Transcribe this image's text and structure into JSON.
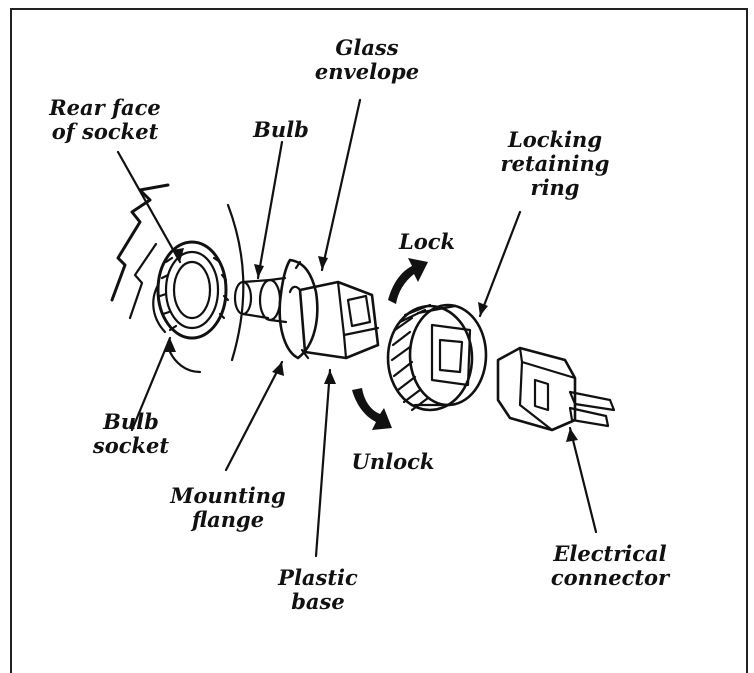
{
  "colors": {
    "ink": "#111111",
    "paper": "#ffffff",
    "frame": "#222222"
  },
  "labels": {
    "rear_face": [
      "Rear face",
      "of socket"
    ],
    "bulb": "Bulb",
    "glass_envelope": [
      "Glass",
      "envelope"
    ],
    "locking_ring": [
      "Locking",
      "retaining",
      "ring"
    ],
    "lock": "Lock",
    "unlock": "Unlock",
    "bulb_socket": [
      "Bulb",
      "socket"
    ],
    "mounting_flange": [
      "Mounting",
      "flange"
    ],
    "plastic_base": [
      "Plastic",
      "base"
    ],
    "electrical_connector": [
      "Electrical",
      "connector"
    ]
  }
}
